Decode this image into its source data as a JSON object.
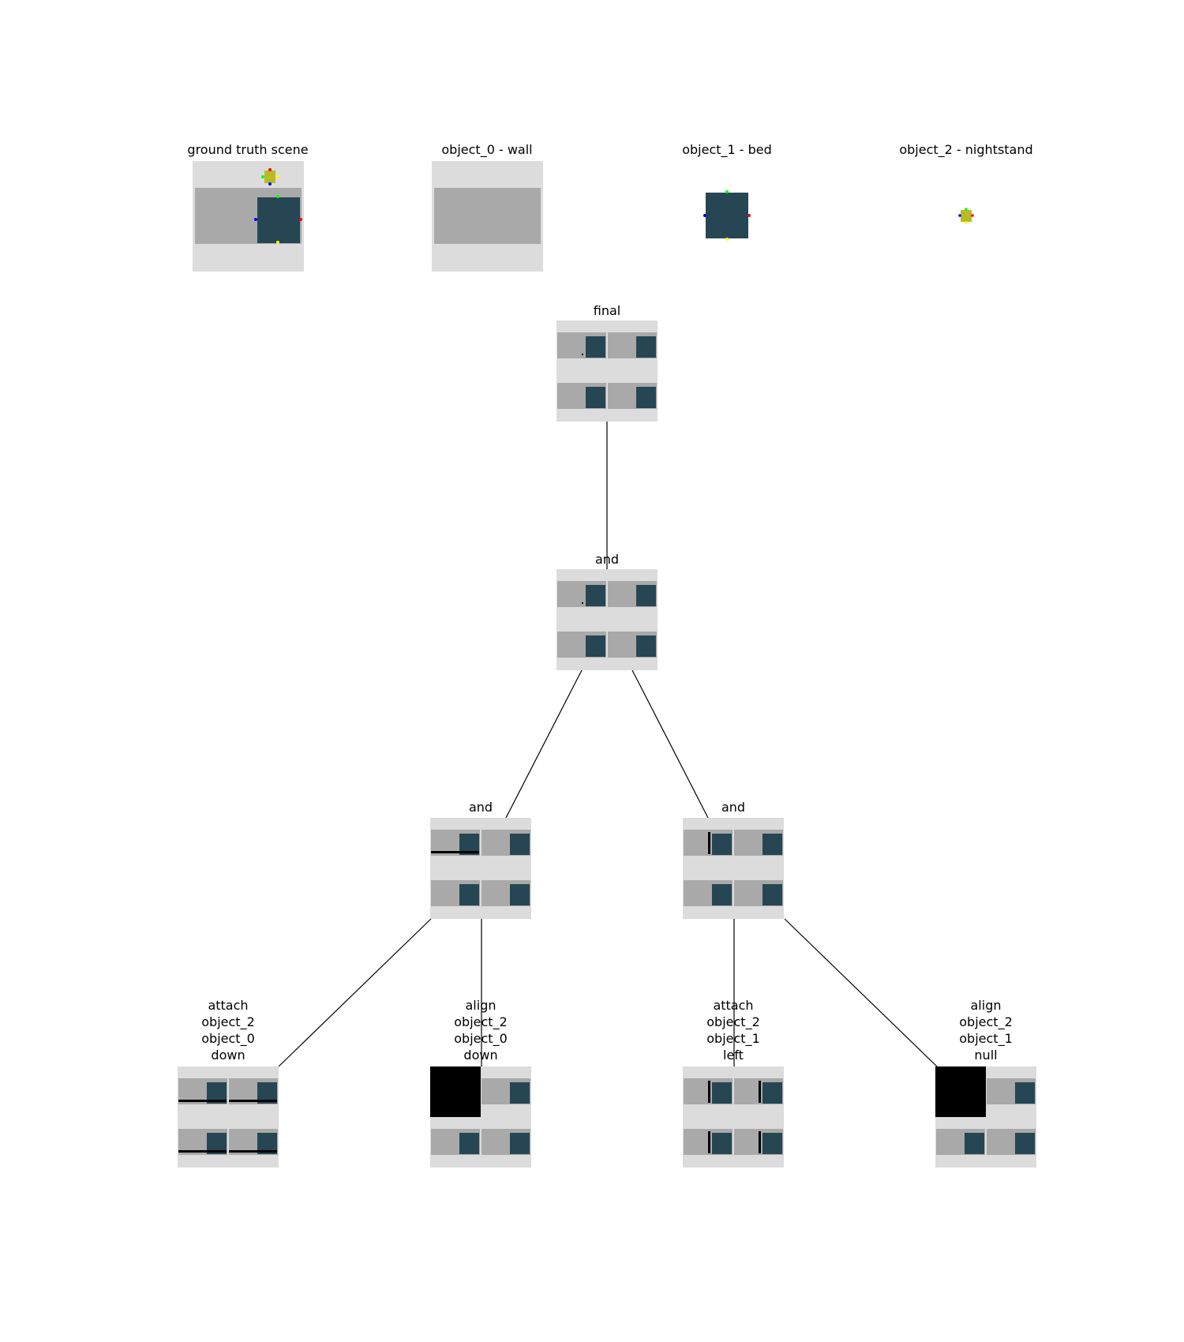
{
  "header_panels": [
    {
      "title": "ground truth scene",
      "content": "scene-full"
    },
    {
      "title": "object_0 - wall",
      "content": "wall-only"
    },
    {
      "title": "object_1 - bed",
      "content": "bed-only"
    },
    {
      "title": "object_2 - nightstand",
      "content": "nightstand-only"
    }
  ],
  "tree": {
    "final": {
      "lines": [
        "final"
      ]
    },
    "and_root": {
      "lines": [
        "and"
      ]
    },
    "and_left": {
      "lines": [
        "and"
      ]
    },
    "and_right": {
      "lines": [
        "and"
      ]
    },
    "leaf_1": {
      "lines": [
        "attach",
        "object_2",
        "object_0",
        "down"
      ]
    },
    "leaf_2": {
      "lines": [
        "align",
        "object_2",
        "object_0",
        "down"
      ]
    },
    "leaf_3": {
      "lines": [
        "attach",
        "object_2",
        "object_1",
        "left"
      ]
    },
    "leaf_4": {
      "lines": [
        "align",
        "object_2",
        "object_1",
        "null"
      ]
    }
  },
  "colors": {
    "background": "#dcdcdc",
    "wall": "#a9a9a9",
    "bed": "#264653",
    "nightstand": "#b8bb26",
    "black": "#000000",
    "axis_red": "#ff0000",
    "axis_green": "#00ff00",
    "axis_blue": "#0000ff",
    "axis_yellow": "#ffff00"
  }
}
